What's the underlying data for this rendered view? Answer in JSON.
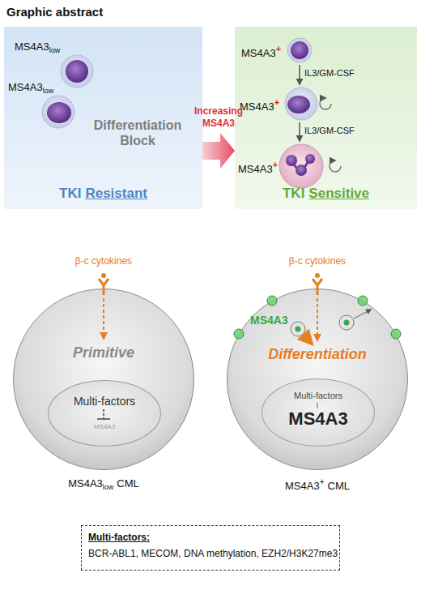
{
  "diagram": {
    "title": "Graphic abstract",
    "nodes": [
      {
        "text": [
          "Differentiation Block",
          "TKI",
          "Resistant"
        ]
      },
      {
        "text": [
          "TKI",
          "Sensitive"
        ]
      },
      {
        "text": [
          "β-c cytokines",
          "Primitive",
          "MS4A3",
          "low",
          "CML"
        ]
      },
      {
        "text": [
          "Multi-factors",
          "MS4A3"
        ],
        "in": 2
      },
      {
        "text": [
          "MS4A3",
          "β-c cytokines",
          "Differentiation",
          "MS4A3",
          "+",
          "CML"
        ]
      },
      {
        "text": [
          "Multi-factors",
          "MS4A3"
        ],
        "in": 4
      },
      {
        "text": [
          "Multi-factors:",
          "BCR-ABL1, MECOM, DNA methylation, EZH2/H3K27me3"
        ]
      }
    ],
    "edges": [
      {
        "from": 0,
        "to": 1,
        "arrow": "to",
        "label": "Increasing MS4A3"
      }
    ],
    "labels": [
      "MS4A3",
      "low",
      "MS4A3",
      "low",
      "MS4A3",
      "+",
      "IL3/GM-CSF",
      "MS4A3",
      "+",
      "IL3/GM-CSF",
      "MS4A3",
      "+"
    ]
  }
}
